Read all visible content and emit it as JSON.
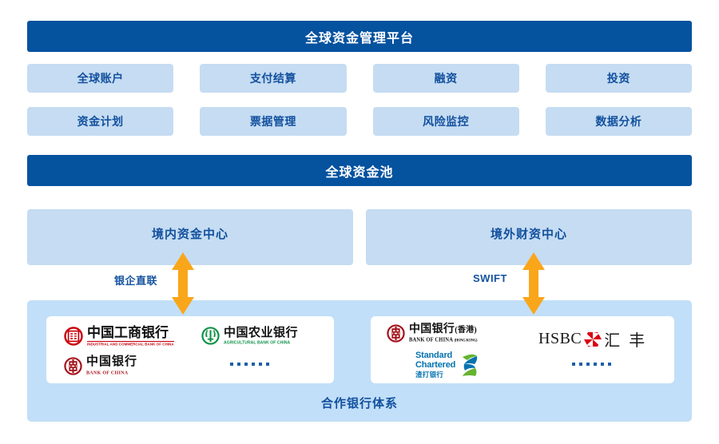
{
  "platform": {
    "title": "全球资金管理平台",
    "modules": [
      {
        "label": "全球账户"
      },
      {
        "label": "支付结算"
      },
      {
        "label": "融资"
      },
      {
        "label": "投资"
      },
      {
        "label": "资金计划"
      },
      {
        "label": "票据管理"
      },
      {
        "label": "风险监控"
      },
      {
        "label": "数据分析"
      }
    ]
  },
  "pool": {
    "title": "全球资金池",
    "centers": [
      {
        "name": "境内资金中心",
        "connector": "银企直联"
      },
      {
        "name": "境外财资中心",
        "connector": "SWIFT"
      }
    ]
  },
  "banks": {
    "section_label": "合作银行体系",
    "domestic": [
      {
        "cn": "中国工商银行",
        "en": "INDUSTRIAL AND COMMERCIAL BANK OF CHINA",
        "mark": "icbc-logo-icon"
      },
      {
        "cn": "中国农业银行",
        "en": "AGRICULTURAL BANK OF CHINA",
        "mark": "abc-logo-icon"
      },
      {
        "cn": "中国银行",
        "en": "BANK OF CHINA",
        "mark": "boc-logo-icon"
      },
      {
        "cn": "",
        "en": "",
        "mark": "ellipsis-icon"
      }
    ],
    "offshore": [
      {
        "cn": "中国银行",
        "cn_suffix": "(香港)",
        "en": "BANK OF CHINA",
        "en_suffix": "(HONG KONG)",
        "mark": "bochk-logo-icon"
      },
      {
        "cn": "汇 丰",
        "en": "HSBC",
        "mark": "hsbc-logo-icon"
      },
      {
        "cn": "渣打银行",
        "en_line1": "Standard",
        "en_line2": "Chartered",
        "mark": "standard-chartered-logo-icon"
      },
      {
        "cn": "",
        "en": "",
        "mark": "ellipsis-icon"
      }
    ]
  },
  "colors": {
    "banner_blue": "#05529F",
    "panel_blue": "#C5DCF2",
    "bank_zone_blue": "#C1DFF8",
    "text_blue": "#12509E",
    "arrow_orange": "#FAA61A",
    "icbc_red": "#C7000B",
    "abc_green": "#0F9246",
    "boc_red": "#A5121B",
    "hsbc_red": "#DB0011",
    "sc_blue": "#0473AF",
    "sc_green": "#65B32E"
  }
}
